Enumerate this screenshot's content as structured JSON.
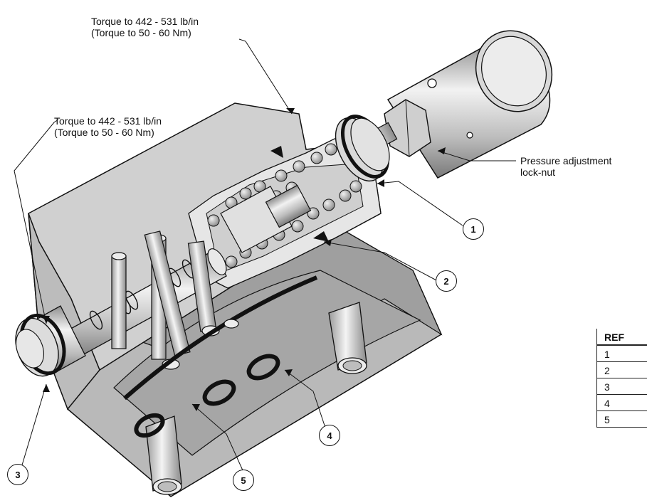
{
  "labels": {
    "torque_top_line1": "Torque to 442 - 531 lb/in",
    "torque_top_line2": "(Torque to 50 - 60 Nm)",
    "torque_left_line1": "Torque to 442 - 531 lb/in",
    "torque_left_line2": "(Torque to 50 - 60 Nm)",
    "pressure_line1": "Pressure adjustment",
    "pressure_line2": "lock-nut"
  },
  "callouts": [
    "1",
    "2",
    "3",
    "4",
    "5"
  ],
  "ref_table": {
    "header": "REF",
    "rows": [
      "1",
      "2",
      "3",
      "4",
      "5"
    ]
  },
  "colors": {
    "body_face": "#c8c8c8",
    "body_top": "#e2e2e2",
    "body_shadow": "#9a9a9a",
    "cut_face": "#d6d6d6",
    "seal": "#111111"
  }
}
